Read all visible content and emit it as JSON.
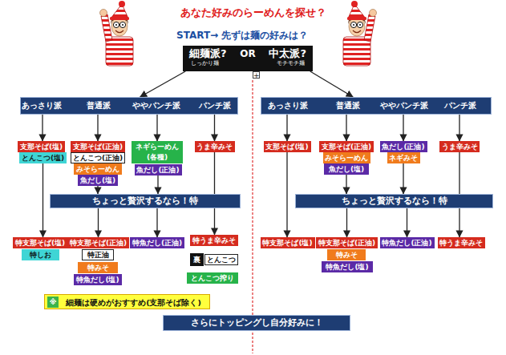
{
  "diagram": {
    "title": "あなた好みのらーめんを探せ？",
    "nodes": [
      {
        "text": [
          "細麺派?",
          "OR",
          "中太派?",
          "しっかり麺",
          "モチモチ麺"
        ]
      },
      {
        "text": [
          "あっさり派",
          "普通派",
          "ややパンチ派",
          "パンチ派"
        ]
      },
      {
        "text": [
          "支那そば(塩)"
        ]
      },
      {
        "text": [
          "とんこつ(塩)"
        ]
      },
      {
        "text": [
          "支那そば(正油)"
        ]
      },
      {
        "text": [
          "とんこつ(正油)"
        ]
      },
      {
        "text": [
          "みそらーめん"
        ]
      },
      {
        "text": [
          "魚だし(塩)"
        ]
      },
      {
        "text": [
          "ネギらーめん (各種)"
        ]
      },
      {
        "text": [
          "魚だし(正油)"
        ]
      },
      {
        "text": [
          "うま辛みそ"
        ]
      },
      {
        "text": [
          "ちょっと贅沢するなら！特"
        ]
      },
      {
        "text": [
          "特支那そば(塩)"
        ]
      },
      {
        "text": [
          "特しお"
        ]
      },
      {
        "text": [
          "特支那そば(正油)"
        ]
      },
      {
        "text": [
          "特正油"
        ]
      },
      {
        "text": [
          "特みそ"
        ]
      },
      {
        "text": [
          "特魚だし(塩)"
        ]
      },
      {
        "text": [
          "特魚だし(正油)"
        ]
      },
      {
        "text": [
          "特うま辛みそ"
        ]
      },
      {
        "text": [
          "裏"
        ]
      },
      {
        "text": [
          "とんこつ"
        ]
      },
      {
        "text": [
          "とんこつ搾り"
        ]
      },
      {
        "text": [
          "細麺は硬めがおすすめ(支那そば除く)"
        ]
      },
      {
        "text": [
          "※"
        ],
        "in": 23
      },
      {
        "text": [
          "あっさり派",
          "普通派",
          "ややパンチ派",
          "パンチ派"
        ]
      },
      {
        "text": [
          "支那そば(塩)"
        ]
      },
      {
        "text": [
          "支那そば(正油)"
        ]
      },
      {
        "text": [
          "みそらーめん"
        ]
      },
      {
        "text": [
          "魚だし(塩)"
        ]
      },
      {
        "text": [
          "魚だし(正油)"
        ]
      },
      {
        "text": [
          "ネギみそ"
        ]
      },
      {
        "text": [
          "うま辛みそ"
        ]
      },
      {
        "text": [
          "ちょっと贅沢するなら！特"
        ]
      },
      {
        "text": [
          "特支那そば(塩)"
        ]
      },
      {
        "text": [
          "特支那そば(正油)"
        ]
      },
      {
        "text": [
          "特みそ"
        ]
      },
      {
        "text": [
          "特魚だし(塩)"
        ]
      },
      {
        "text": [
          "特魚だし(正油)"
        ]
      },
      {
        "text": [
          "特うま辛みそ"
        ]
      },
      {
        "text": [
          "さらにトッピングし自分好みに！"
        ]
      }
    ],
    "edges": [
      {
        "from": 0,
        "to": 1,
        "arrow": "to"
      },
      {
        "from": 0,
        "to": 25,
        "arrow": "to"
      },
      {
        "from": 1,
        "to": 2,
        "arrow": "to"
      },
      {
        "from": 1,
        "to": 4,
        "arrow": "to"
      },
      {
        "from": 1,
        "to": 8,
        "arrow": "to"
      },
      {
        "from": 1,
        "to": 10,
        "arrow": "to"
      },
      {
        "from": 3,
        "to": 12,
        "arrow": "to"
      },
      {
        "from": 7,
        "to": 11,
        "arrow": "to"
      },
      {
        "from": 9,
        "to": 11,
        "arrow": "to"
      },
      {
        "from": 10,
        "to": 19,
        "arrow": "to"
      },
      {
        "from": 11,
        "to": 14,
        "arrow": "to"
      },
      {
        "from": 11,
        "to": 18,
        "arrow": "to"
      },
      {
        "from": 25,
        "to": 26,
        "arrow": "to"
      },
      {
        "from": 25,
        "to": 27,
        "arrow": "to"
      },
      {
        "from": 25,
        "to": 30,
        "arrow": "to"
      },
      {
        "from": 25,
        "to": 32,
        "arrow": "to"
      },
      {
        "from": 26,
        "to": 34,
        "arrow": "to"
      },
      {
        "from": 29,
        "to": 33,
        "arrow": "to"
      },
      {
        "from": 31,
        "to": 33,
        "arrow": "to"
      },
      {
        "from": 32,
        "to": 39,
        "arrow": "to"
      },
      {
        "from": 33,
        "to": 35,
        "arrow": "to"
      },
      {
        "from": 33,
        "to": 38,
        "arrow": "to"
      }
    ],
    "labels": [
      "START→ 先ずは麺の好みは？",
      "+"
    ]
  }
}
